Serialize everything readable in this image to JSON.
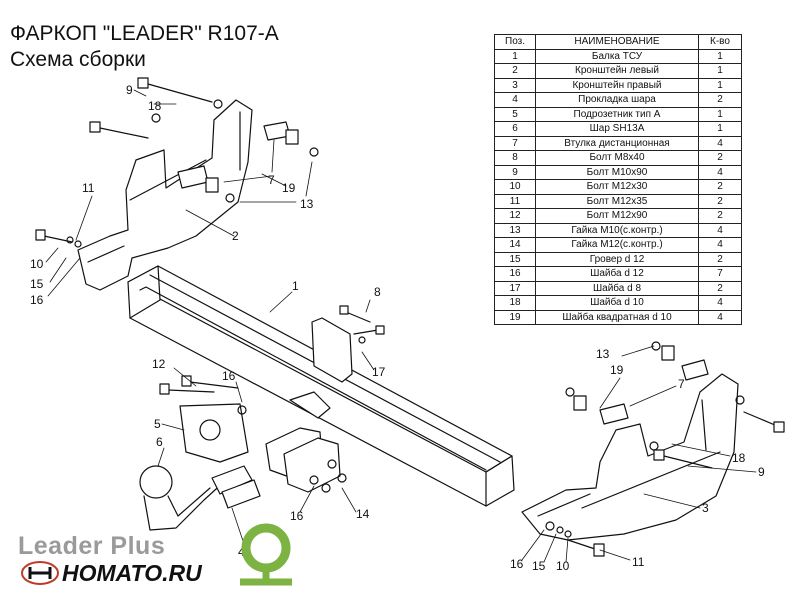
{
  "header": {
    "title": "ФАРКОП \"LEADER\" R107-A",
    "subtitle": "Схема сборки"
  },
  "table": {
    "headers": [
      "Поз.",
      "НАИМЕНОВАНИЕ",
      "К-во"
    ],
    "rows": [
      {
        "pos": "1",
        "name": "Балка ТСУ",
        "qty": "1"
      },
      {
        "pos": "2",
        "name": "Кронштейн левый",
        "qty": "1"
      },
      {
        "pos": "3",
        "name": "Кронштейн правый",
        "qty": "1"
      },
      {
        "pos": "4",
        "name": "Прокладка шара",
        "qty": "2"
      },
      {
        "pos": "5",
        "name": "Подрозетник тип А",
        "qty": "1"
      },
      {
        "pos": "6",
        "name": "Шар SH13A",
        "qty": "1"
      },
      {
        "pos": "7",
        "name": "Втулка дистанционная",
        "qty": "4"
      },
      {
        "pos": "8",
        "name": "Болт М8х40",
        "qty": "2"
      },
      {
        "pos": "9",
        "name": "Болт М10х90",
        "qty": "4"
      },
      {
        "pos": "10",
        "name": "Болт М12х30",
        "qty": "2"
      },
      {
        "pos": "11",
        "name": "Болт М12х35",
        "qty": "2"
      },
      {
        "pos": "12",
        "name": "Болт М12х90",
        "qty": "2"
      },
      {
        "pos": "13",
        "name": "Гайка  М10(с.контр.)",
        "qty": "4"
      },
      {
        "pos": "14",
        "name": "Гайка М12(с.контр.)",
        "qty": "4"
      },
      {
        "pos": "15",
        "name": "Гровер d 12",
        "qty": "2"
      },
      {
        "pos": "16",
        "name": "Шайба d 12",
        "qty": "7"
      },
      {
        "pos": "17",
        "name": "Шайба d 8",
        "qty": "2"
      },
      {
        "pos": "18",
        "name": "Шайба d 10",
        "qty": "4"
      },
      {
        "pos": "19",
        "name": "Шайба квадратная d 10",
        "qty": "4"
      }
    ]
  },
  "callouts": {
    "c9a": "9",
    "c18a": "18",
    "c7a": "7",
    "c19a": "19",
    "c13a": "13",
    "c2": "2",
    "c11a": "11",
    "c10a": "10",
    "c15a": "15",
    "c16a": "16",
    "c1": "1",
    "c8": "8",
    "c17": "17",
    "c12": "12",
    "c16b": "16",
    "c5": "5",
    "c6": "6",
    "c4": "4",
    "c16c": "16",
    "c14": "14",
    "c13b": "13",
    "c19b": "19",
    "c7b": "7",
    "c18b": "18",
    "c9b": "9",
    "c3": "3",
    "c16d": "16",
    "c15b": "15",
    "c10b": "10",
    "c11b": "11"
  },
  "branding": {
    "brand_line": "Leader Plus",
    "site": "HOMATO.RU",
    "brand_color": "#9a9a9a",
    "emblem_color": "#7cb342"
  }
}
